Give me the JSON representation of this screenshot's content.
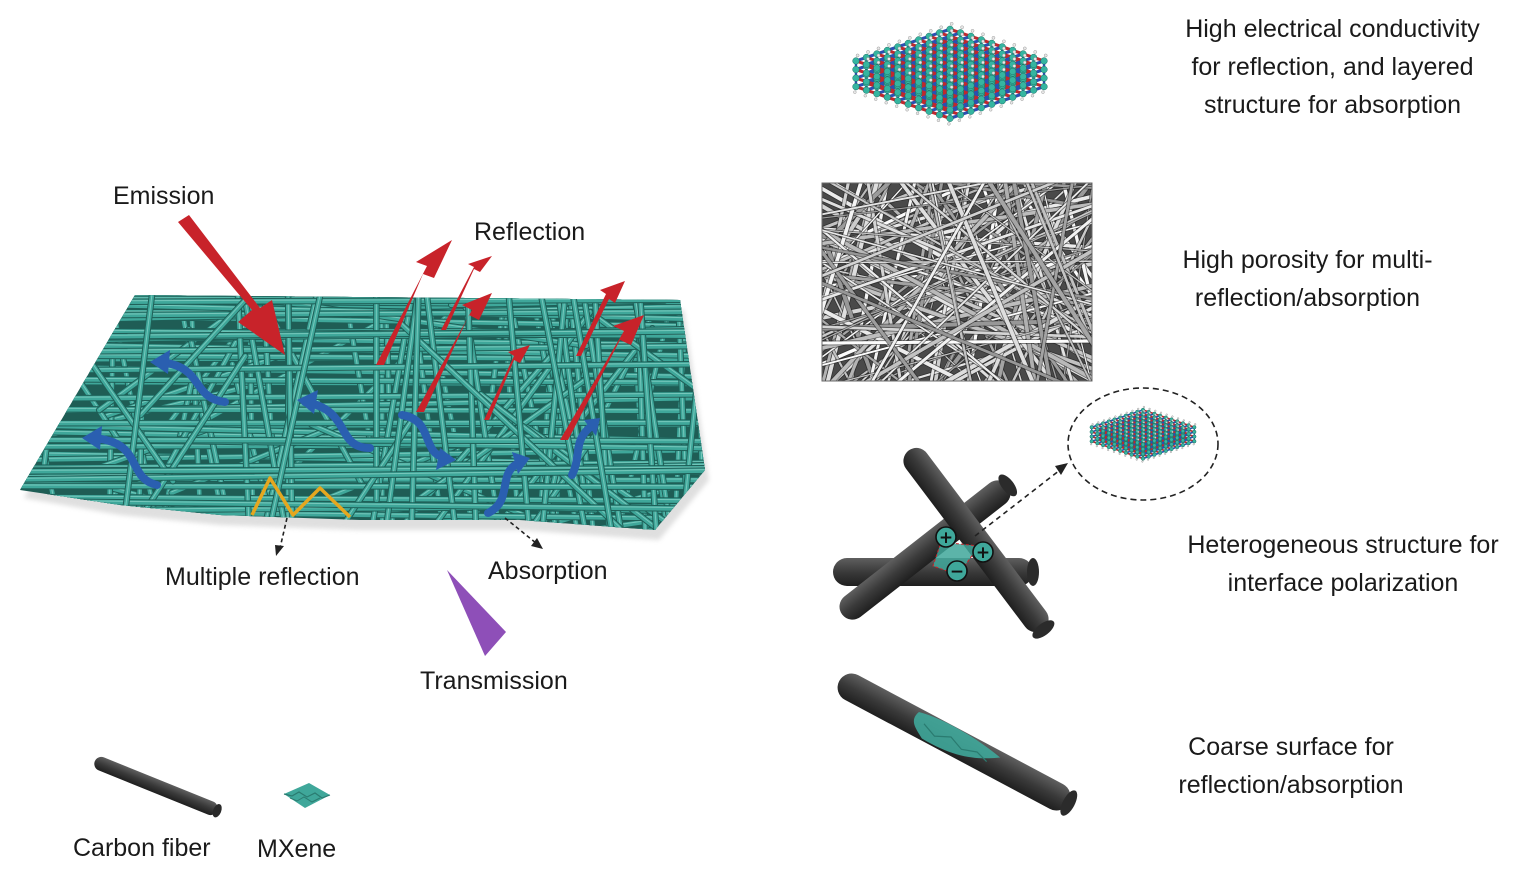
{
  "labels": {
    "emission": "Emission",
    "reflection": "Reflection",
    "multiple_reflection": "Multiple reflection",
    "absorption": "Absorption",
    "transmission": "Transmission"
  },
  "legend": {
    "carbon_fiber": "Carbon fiber",
    "mxene": "MXene"
  },
  "features": [
    {
      "lines": [
        "High electrical conductivity",
        "for reflection, and layered",
        "structure for absorption"
      ]
    },
    {
      "lines": [
        "High porosity for multi-",
        "reflection/absorption"
      ]
    },
    {
      "lines": [
        "Heterogeneous structure for",
        "interface polarization"
      ]
    },
    {
      "lines": [
        "Coarse surface for",
        "reflection/absorption"
      ]
    }
  ],
  "colors": {
    "fiber_mat": "#3fa79a",
    "fiber_mat_dark": "#1e5f57",
    "emission_arrow": "#c8232a",
    "reflection_arrow": "#c8232a",
    "absorption_arrow": "#2a5fb0",
    "multi_reflection_path": "#e5a71f",
    "transmission_arrow": "#8e4fb8",
    "carbon_fiber": "#3a3a3a",
    "mxene_teal": "#3fa79a",
    "lattice_red": "#c0282d",
    "lattice_blue": "#2b4fb3",
    "lattice_teal": "#35b5a0"
  },
  "icons": {
    "mxene_lattice": "mxene-lattice-icon",
    "sem_image": "sem-fiber-network-icon",
    "crossed_fibers": "crossed-fibers-icon",
    "coated_fiber": "coated-fiber-icon"
  }
}
